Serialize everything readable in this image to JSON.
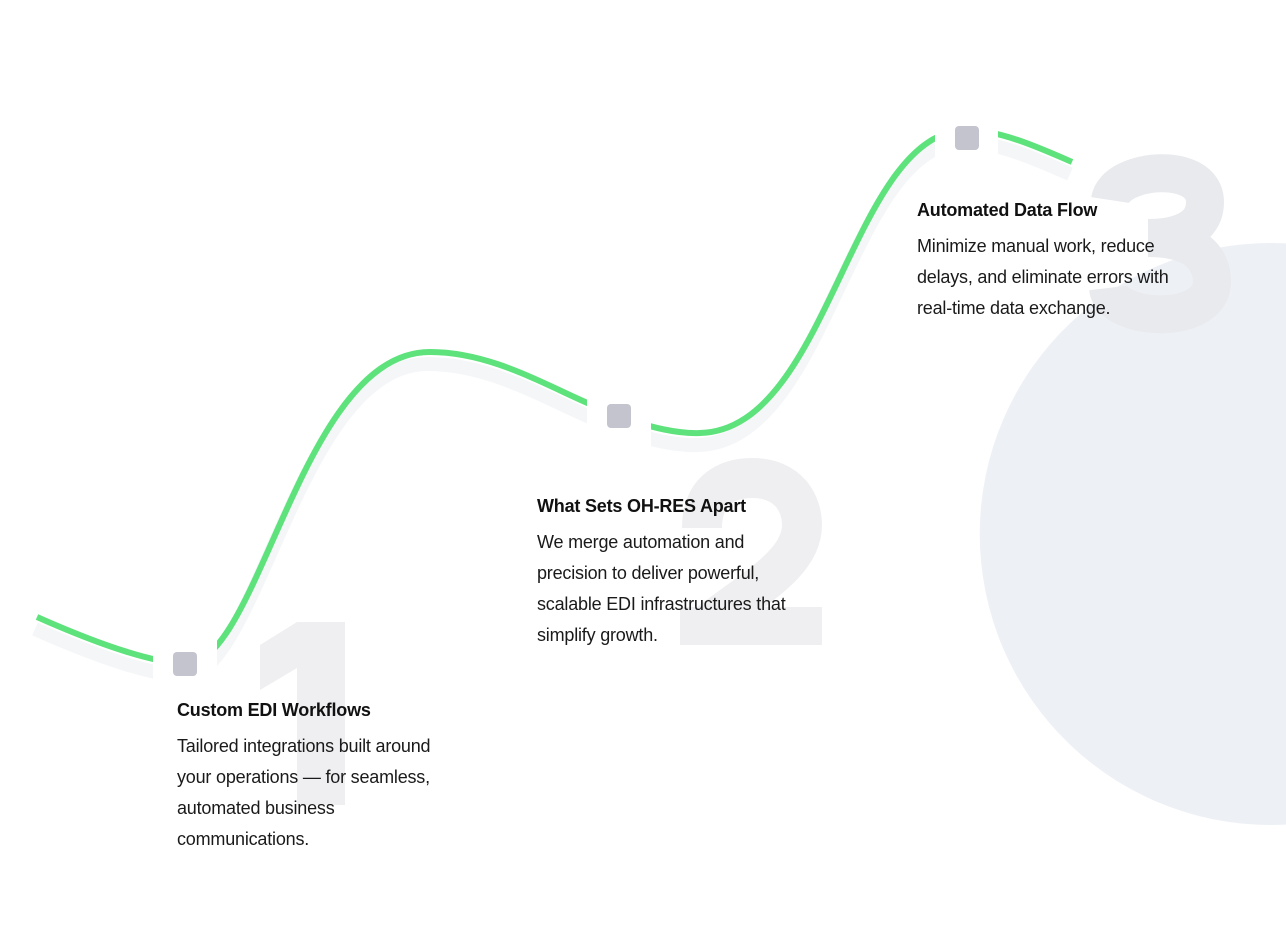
{
  "colors": {
    "line": "#5ee27c",
    "shadow": "#f4f6f8",
    "node": "#c4c4cf",
    "number": "#efeff1",
    "circle": "#edf0f5"
  },
  "steps": [
    {
      "number": "1",
      "title": "Custom EDI Workflows",
      "text": "Tailored integrations built around your operations — for seamless, automated business communications."
    },
    {
      "number": "2",
      "title": "What Sets OH-RES Apart",
      "text": "We merge automation and precision to deliver powerful, scalable EDI infrastructures that simplify growth."
    },
    {
      "number": "3",
      "title": "Automated Data Flow",
      "text": "Minimize manual work, reduce delays, and eliminate errors with real-time data exchange."
    }
  ]
}
